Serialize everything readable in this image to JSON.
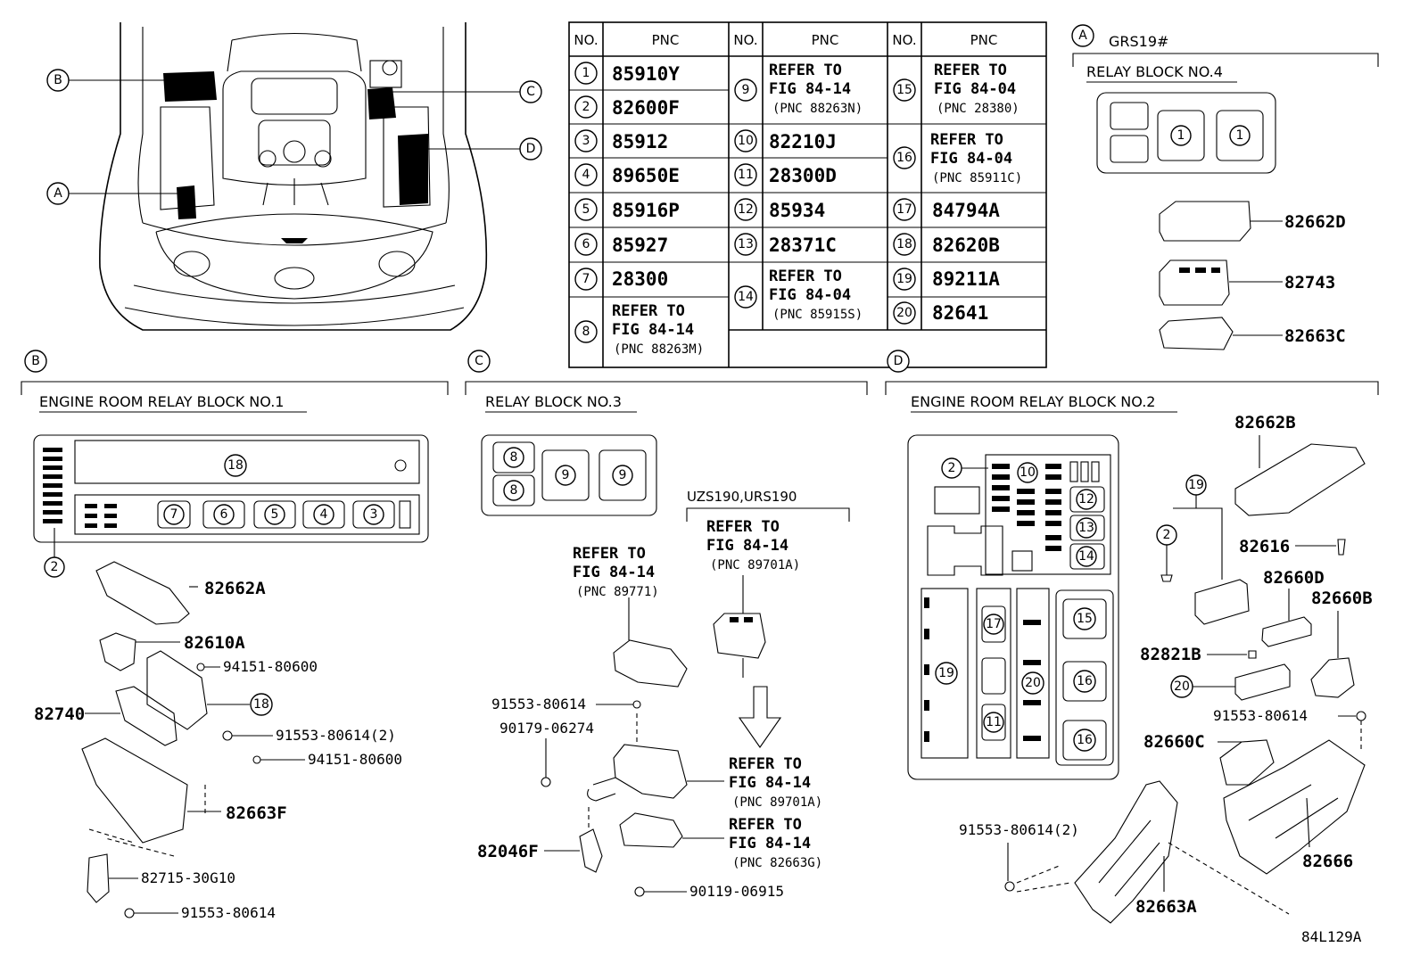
{
  "table": {
    "headers": [
      "NO.",
      "PNC",
      "NO.",
      "PNC",
      "NO.",
      "PNC"
    ],
    "col1": [
      {
        "no": "1",
        "pnc": "85910Y"
      },
      {
        "no": "2",
        "pnc": "82600F"
      },
      {
        "no": "3",
        "pnc": "85912"
      },
      {
        "no": "4",
        "pnc": "89650E"
      },
      {
        "no": "5",
        "pnc": "85916P"
      },
      {
        "no": "6",
        "pnc": "85927"
      },
      {
        "no": "7",
        "pnc": "28300"
      },
      {
        "no": "8",
        "line1": "REFER TO",
        "line2": "FIG 84-14",
        "line3": "(PNC 88263M)"
      }
    ],
    "col2": [
      {
        "no": "9",
        "line1": "REFER TO",
        "line2": "FIG 84-14",
        "line3": "(PNC 88263N)"
      },
      {
        "no": "10",
        "pnc": "82210J"
      },
      {
        "no": "11",
        "pnc": "28300D"
      },
      {
        "no": "12",
        "pnc": "85934"
      },
      {
        "no": "13",
        "pnc": "28371C"
      },
      {
        "no": "14",
        "line1": "REFER TO",
        "line2": "FIG 84-04",
        "line3": "(PNC 85915S)"
      }
    ],
    "col3": [
      {
        "no": "15",
        "line1": "REFER TO",
        "line2": "FIG 84-04",
        "line3": "(PNC 28380)"
      },
      {
        "no": "16",
        "line1": "REFER TO",
        "line2": "FIG 84-04",
        "line3": "(PNC 85911C)"
      },
      {
        "no": "17",
        "pnc": "84794A"
      },
      {
        "no": "18",
        "pnc": "82620B"
      },
      {
        "no": "19",
        "pnc": "89211A"
      },
      {
        "no": "20",
        "pnc": "82641"
      }
    ]
  },
  "overview": {
    "callouts": [
      "A",
      "B",
      "C",
      "D"
    ]
  },
  "section_a": {
    "letter": "A",
    "model": "GRS19#",
    "title": "RELAY BLOCK NO.4",
    "relay_labels": [
      "1",
      "1"
    ],
    "parts": [
      "82662D",
      "82743",
      "82663C"
    ]
  },
  "section_b": {
    "letter": "B",
    "title": "ENGINE ROOM RELAY BLOCK NO.1",
    "block_labels": [
      "18",
      "7",
      "6",
      "5",
      "4",
      "3",
      "2"
    ],
    "parts": [
      "82662A",
      "82610A",
      "94151-80600",
      "18",
      "82740",
      "91553-80614(2)",
      "94151-80600",
      "82663F",
      "82715-30G10",
      "91553-80614"
    ]
  },
  "section_c": {
    "letter": "C",
    "title": "RELAY BLOCK NO.3",
    "block_labels": [
      "8",
      "8",
      "9",
      "9"
    ],
    "model_note": "UZS190,URS190",
    "ref1": {
      "line1": "REFER TO",
      "line2": "FIG 84-14",
      "line3": "(PNC 89701A)"
    },
    "ref2": {
      "line1": "REFER TO",
      "line2": "FIG 84-14",
      "line3": "(PNC 89771)"
    },
    "ref3": {
      "line1": "REFER TO",
      "line2": "FIG 84-14",
      "line3": "(PNC 89701A)"
    },
    "ref4": {
      "line1": "REFER TO",
      "line2": "FIG 84-14",
      "line3": "(PNC 82663G)"
    },
    "parts": [
      "91553-80614",
      "90179-06274",
      "82046F",
      "90119-06915"
    ]
  },
  "section_d": {
    "letter": "D",
    "title": "ENGINE ROOM RELAY BLOCK NO.2",
    "block_labels": [
      "2",
      "10",
      "12",
      "13",
      "14",
      "19",
      "17",
      "11",
      "20",
      "15",
      "16",
      "16"
    ],
    "parts": [
      "82662B",
      "19",
      "2",
      "82616",
      "82660D",
      "82660B",
      "82821B",
      "20",
      "91553-80614",
      "82660C",
      "91553-80614(2)",
      "82666",
      "82663A"
    ]
  },
  "figure_code": "84L129A"
}
